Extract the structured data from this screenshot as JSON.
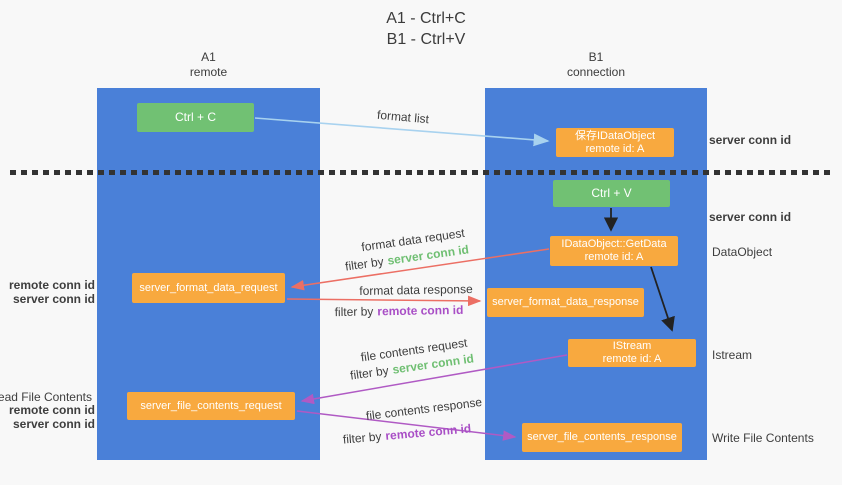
{
  "palette": {
    "background": "#f8f8f8",
    "lifeline_blue": "#4a80d8",
    "node_green": "#71c173",
    "node_orange": "#f8a93f",
    "arrow_light_blue": "#a8d2ef",
    "arrow_red": "#ec6f64",
    "arrow_purple": "#b05ac4",
    "arrow_black": "#222222",
    "text_dark": "#3e3e3e",
    "text_green": "#6fbf72",
    "text_purple": "#a94fc6"
  },
  "title": {
    "line1": "A1 - Ctrl+C",
    "line2": "B1 - Ctrl+V"
  },
  "lifelines": {
    "a1": {
      "name": "A1",
      "role": "remote"
    },
    "b1": {
      "name": "B1",
      "role": "connection"
    }
  },
  "nodes": {
    "ctrl_c": {
      "label": "Ctrl + C"
    },
    "ctrl_v": {
      "label": "Ctrl + V"
    },
    "save_dataobject": {
      "line1": "保存IDataObject",
      "line2": "remote id: A"
    },
    "getdata": {
      "line1": "IDataObject::GetData",
      "line2": "remote id: A"
    },
    "istream": {
      "line1": "IStream",
      "line2": "remote id: A"
    },
    "format_request": {
      "label": "server_format_data_request"
    },
    "format_response": {
      "label": "server_format_data_response"
    },
    "file_request": {
      "label": "server_file_contents_request"
    },
    "file_response": {
      "label": "server_file_contents_response"
    }
  },
  "labels": {
    "format_list": "format list",
    "format_data_request": "format data request",
    "format_data_response": "format data response",
    "file_contents_request": "file contents request",
    "file_contents_response": "file contents response",
    "filter_by": "filter by",
    "server_conn_id": "server conn id",
    "remote_conn_id": "remote conn id",
    "dataobject": "DataObject",
    "istream": "Istream",
    "read_file_contents": "Read File Contents",
    "write_file_contents": "Write File Contents"
  }
}
